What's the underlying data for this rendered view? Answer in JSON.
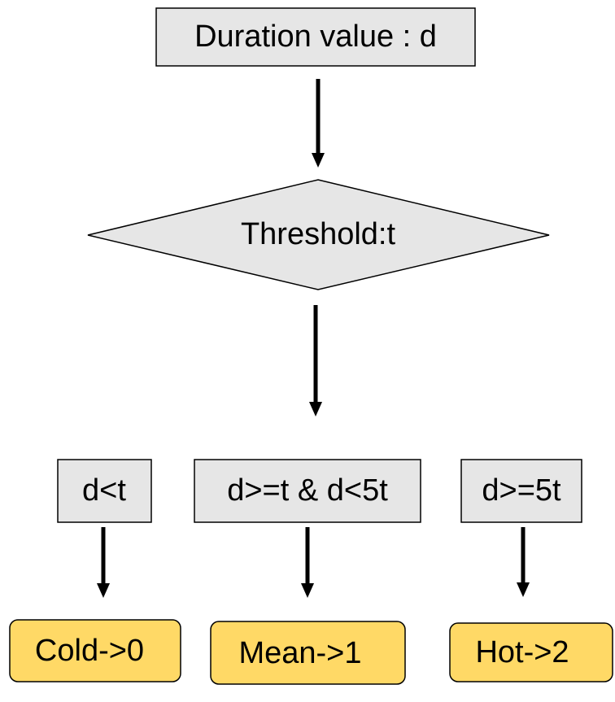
{
  "diagram": {
    "start": {
      "label": "Duration value : d"
    },
    "decision": {
      "label": "Threshold:t"
    },
    "conditions": [
      {
        "label": "d<t"
      },
      {
        "label": "d>=t & d<5t"
      },
      {
        "label": "d>=5t"
      }
    ],
    "outcomes": [
      {
        "label": "Cold->0"
      },
      {
        "label": "Mean->1"
      },
      {
        "label": "Hot->2"
      }
    ],
    "colors": {
      "process_fill": "#e6e6e6",
      "outcome_fill": "#ffd966",
      "stroke": "#000000"
    }
  }
}
